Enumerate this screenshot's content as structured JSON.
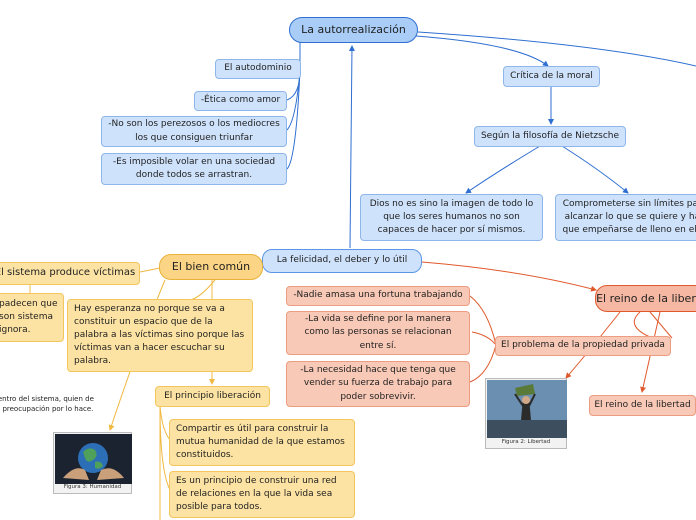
{
  "nodes": {
    "root": "La autorrealización",
    "autodominio": "El autodominio",
    "etica": "-Ética como amor",
    "perezosos": "-No son los perezosos o los mediocres los que consiguen triunfar",
    "volar": "-Es imposible volar en una sociedad donde todos se arrastran.",
    "critica": "Crítica de la moral",
    "nietzsche": "Según la filosofía de Nietzsche",
    "dios": "Dios no es sino la imagen de todo lo que los seres humanos no son capaces de hacer por sí mismos.",
    "comprometerse": "Comprometerse sin límites para alcanzar lo que se quiere y hay que empeñarse de lleno en ello.",
    "felicidad": "La felicidad, el deber y lo útil",
    "bien_comun": "El bien común",
    "sistema": "El sistema produce víctimas",
    "padecen": "padecen que son sistema ignora.",
    "centro": "centro del sistema, quien de la preocupación por lo hace.",
    "esperanza": "Hay esperanza no porque se va a constituir un espacio que de la palabra a las víctimas sino porque las víctimas van a hacer escuchar su palabra.",
    "liberacion": "El principio liberación",
    "compartir": "Compartir es útil para construir la mutua humanidad de la que estamos constituidos.",
    "construir": "Es un principio de construir una red de relaciones en la que la vida sea posible para todos.",
    "reino": "El reino de la libertad",
    "fortuna": "-Nadie amasa una fortuna trabajando",
    "vida": "-La vida se define por la manera como las personas se relacionan entre sí.",
    "necesidad": "-La necesidad hace que tenga que vender su fuerza de trabajo para poder sobrevivir.",
    "problema": "El problema de la propiedad privada",
    "reino2": "El reino de la libertad",
    "fig2": "Figura 2: Libertad",
    "fig3": "Figura 3: Humanidad"
  },
  "colors": {
    "blue_line": "#2e6fd1",
    "yellow_line": "#f0b840",
    "salmon_line": "#e0592c"
  }
}
